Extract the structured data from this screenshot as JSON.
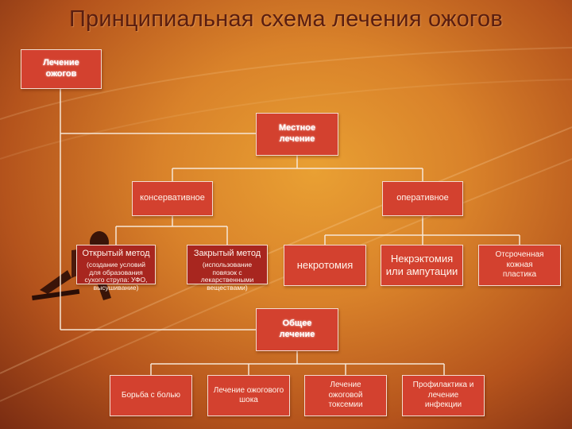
{
  "title": "Принципиальная схема лечения ожогов",
  "nodes": {
    "root": "Лечение ожогов",
    "local": "Местное лечение",
    "conservative": "консервативное",
    "operative": "оперативное",
    "open_method": {
      "head": "Открытый метод",
      "note": "(создание условий для образования сухого струпа: УФО, высушивание)"
    },
    "closed_method": {
      "head": "Закрытый метод",
      "note": "(использование повязок с лекарственными веществами)"
    },
    "necrotomy": "некротомия",
    "necrectomy": "Некрэктомия или ампутации",
    "plasty": "Отсроченная кожная пластика",
    "general": "Общее лечение",
    "pain": "Борьба с болью",
    "shock": "Лечение ожогового шока",
    "toxemia": "Лечение ожоговой токсемии",
    "infection": "Профилактика и лечение инфекции"
  },
  "colors": {
    "box": "#d3412f",
    "box_dark": "#a8261f",
    "border": "#f4dcd0",
    "lines": "#f6e6d6",
    "title": "#5a1e10"
  }
}
